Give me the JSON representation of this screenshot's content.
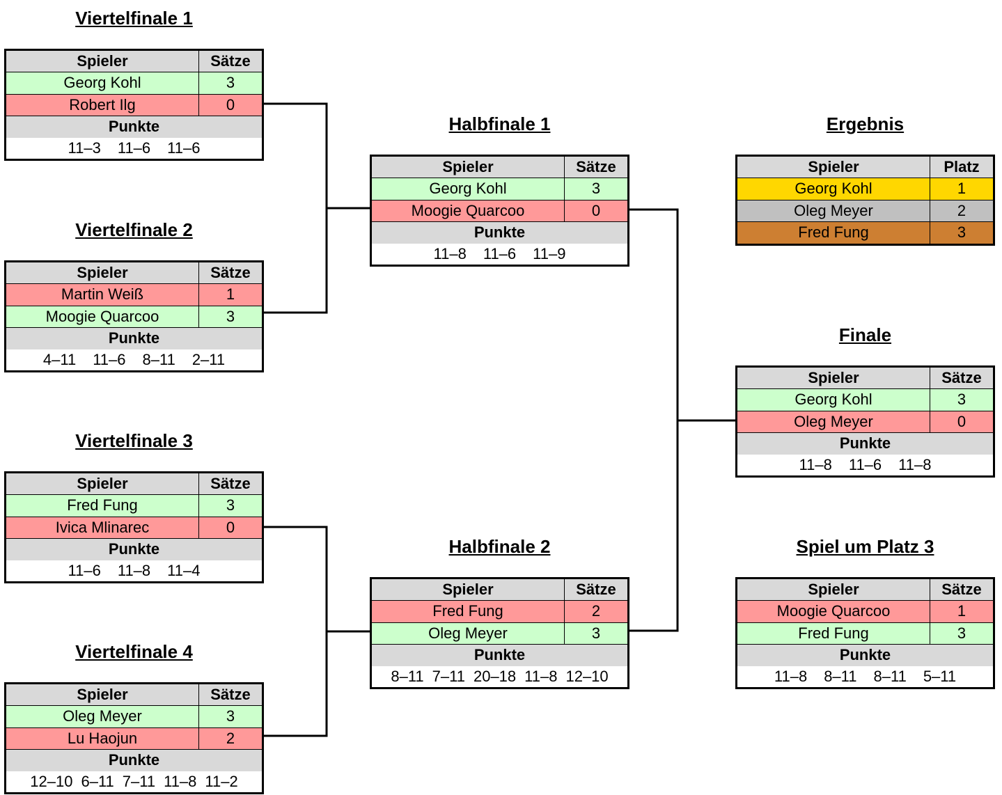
{
  "matches": {
    "vf1": {
      "title": "Viertelfinale 1",
      "h_player": "Spieler",
      "h_sets": "Sätze",
      "p1": "Georg Kohl",
      "s1": "3",
      "p2": "Robert Ilg",
      "s2": "0",
      "h_points": "Punkte",
      "scores": [
        "11–3",
        "11–6",
        "11–6"
      ]
    },
    "vf2": {
      "title": "Viertelfinale 2",
      "h_player": "Spieler",
      "h_sets": "Sätze",
      "p1": "Martin Weiß",
      "s1": "1",
      "p2": "Moogie Quarcoo",
      "s2": "3",
      "h_points": "Punkte",
      "scores": [
        "4–11",
        "11–6",
        "8–11",
        "2–11"
      ]
    },
    "vf3": {
      "title": "Viertelfinale 3",
      "h_player": "Spieler",
      "h_sets": "Sätze",
      "p1": "Fred Fung",
      "s1": "3",
      "p2": "Ivica Mlinarec",
      "s2": "0",
      "h_points": "Punkte",
      "scores": [
        "11–6",
        "11–8",
        "11–4"
      ]
    },
    "vf4": {
      "title": "Viertelfinale 4",
      "h_player": "Spieler",
      "h_sets": "Sätze",
      "p1": "Oleg Meyer",
      "s1": "3",
      "p2": "Lu Haojun",
      "s2": "2",
      "h_points": "Punkte",
      "scores": [
        "12–10",
        "6–11",
        "7–11",
        "11–8",
        "11–2"
      ]
    },
    "hf1": {
      "title": "Halbfinale 1",
      "h_player": "Spieler",
      "h_sets": "Sätze",
      "p1": "Georg Kohl",
      "s1": "3",
      "p2": "Moogie Quarcoo",
      "s2": "0",
      "h_points": "Punkte",
      "scores": [
        "11–8",
        "11–6",
        "11–9"
      ]
    },
    "hf2": {
      "title": "Halbfinale 2",
      "h_player": "Spieler",
      "h_sets": "Sätze",
      "p1": "Fred Fung",
      "s1": "2",
      "p2": "Oleg Meyer",
      "s2": "3",
      "h_points": "Punkte",
      "scores": [
        "8–11",
        "7–11",
        "20–18",
        "11–8",
        "12–10"
      ]
    },
    "fin": {
      "title": "Finale",
      "h_player": "Spieler",
      "h_sets": "Sätze",
      "p1": "Georg Kohl",
      "s1": "3",
      "p2": "Oleg Meyer",
      "s2": "0",
      "h_points": "Punkte",
      "scores": [
        "11–8",
        "11–6",
        "11–8"
      ]
    },
    "p3": {
      "title": "Spiel um Platz 3",
      "h_player": "Spieler",
      "h_sets": "Sätze",
      "p1": "Moogie Quarcoo",
      "s1": "1",
      "p2": "Fred Fung",
      "s2": "3",
      "h_points": "Punkte",
      "scores": [
        "11–8",
        "8–11",
        "8–11",
        "5–11"
      ]
    }
  },
  "result": {
    "title": "Ergebnis",
    "h_player": "Spieler",
    "h_place": "Platz",
    "rows": [
      {
        "player": "Georg Kohl",
        "place": "1"
      },
      {
        "player": "Oleg Meyer",
        "place": "2"
      },
      {
        "player": "Fred Fung",
        "place": "3"
      }
    ]
  },
  "colors": {
    "win": "#ccffcc",
    "lose": "#ff9999",
    "header": "#d9d9d9",
    "gold": "#ffd700",
    "silver": "#c0c0c0",
    "bronze": "#cd7f32"
  }
}
